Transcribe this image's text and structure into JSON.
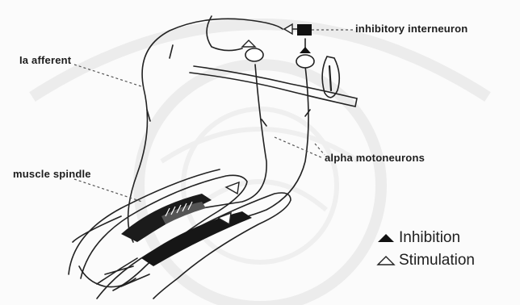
{
  "diagram": {
    "labels": {
      "ia_afferent": "Ia afferent",
      "muscle_spindle": "muscle spindle",
      "inhibitory_interneuron": "inhibitory interneuron",
      "alpha_motoneurons": "alpha motoneurons"
    },
    "legend": {
      "inhibition": "Inhibition",
      "stimulation": "Stimulation"
    }
  }
}
